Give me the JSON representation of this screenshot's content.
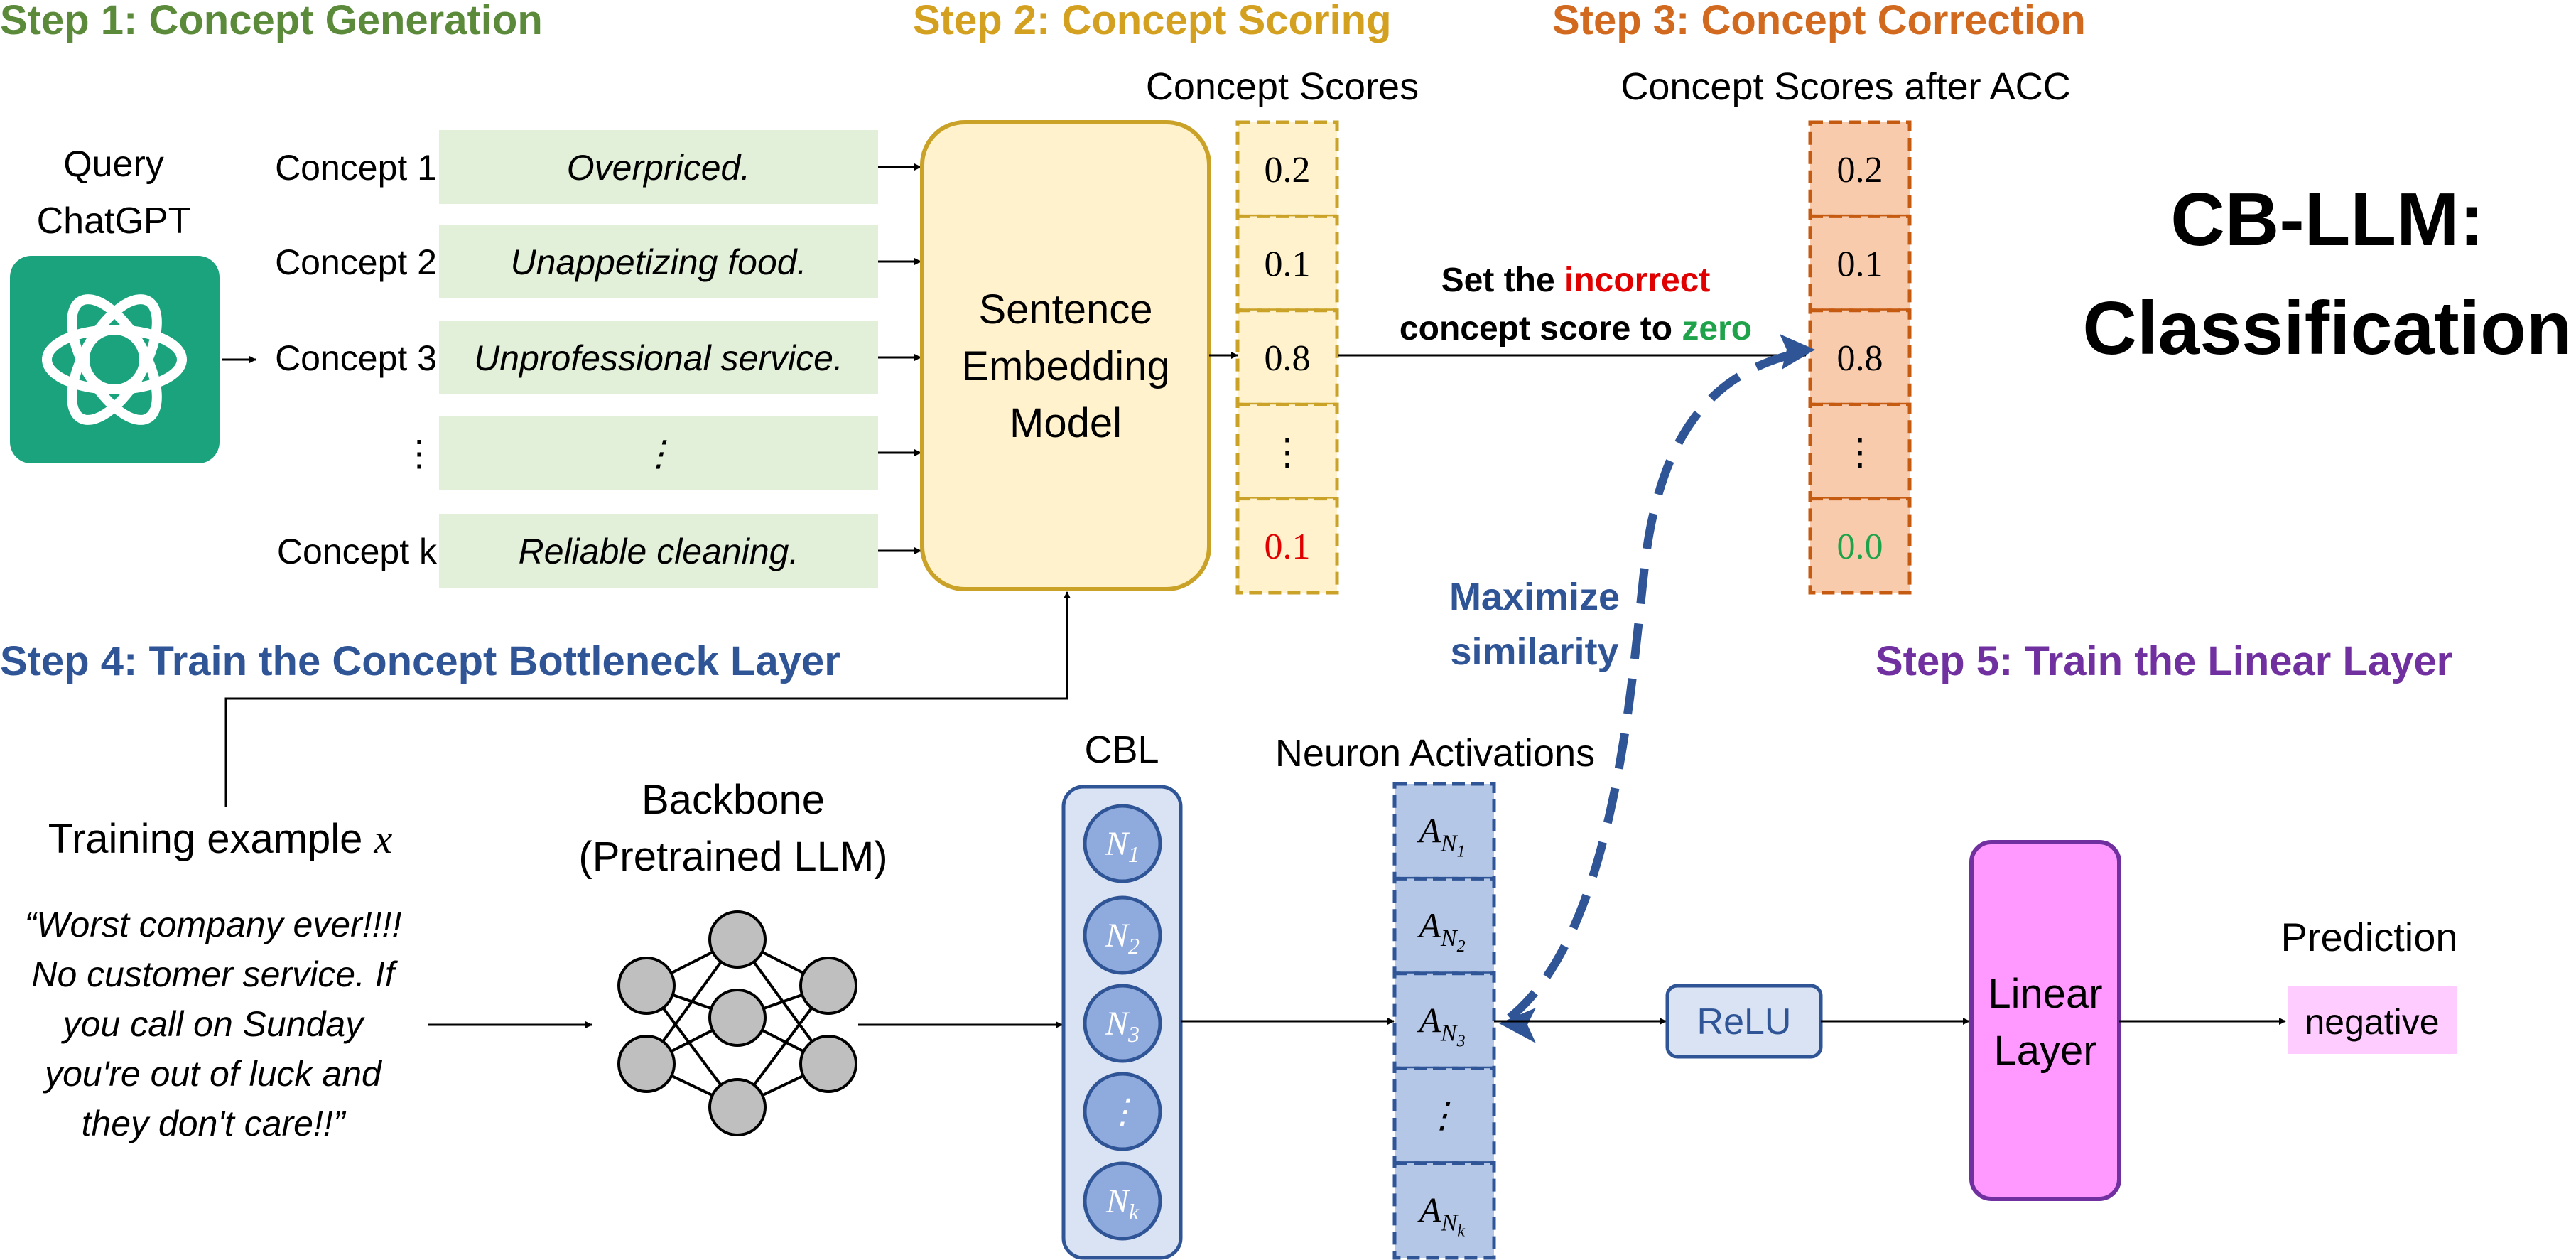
{
  "steps": {
    "step1": "Step 1: Concept Generation",
    "step2": "Step 2: Concept Scoring",
    "step3": "Step 3: Concept Correction",
    "step4": "Step 4: Train the Concept Bottleneck Layer",
    "step5": "Step 5: Train the Linear Layer"
  },
  "query": {
    "line1": "Query",
    "line2": "ChatGPT"
  },
  "concepts": [
    {
      "label": "Concept 1",
      "text": "Overpriced."
    },
    {
      "label": "Concept 2",
      "text": "Unappetizing food."
    },
    {
      "label": "Concept 3",
      "text": "Unprofessional service."
    },
    {
      "label": "⋮",
      "text": "⋮"
    },
    {
      "label": "Concept k",
      "text": "Reliable cleaning."
    }
  ],
  "embedding_model": {
    "line1": "Sentence",
    "line2": "Embedding",
    "line3": "Model"
  },
  "concept_scores": {
    "title": "Concept Scores",
    "values": [
      "0.2",
      "0.1",
      "0.8",
      "⋮",
      "0.1"
    ]
  },
  "acc_scores": {
    "title": "Concept Scores after ACC",
    "values": [
      "0.2",
      "0.1",
      "0.8",
      "⋮",
      "0.0"
    ]
  },
  "set_zero_note": {
    "p1": "Set the ",
    "p2": "incorrect",
    "p3": "concept score to ",
    "p4": "zero"
  },
  "main_title": {
    "line1": "CB-LLM:",
    "line2": "Classification"
  },
  "maximize": {
    "line1": "Maximize",
    "line2": "similarity"
  },
  "training": {
    "label": "Training example ",
    "var": "x",
    "quote": [
      "“Worst company ever!!!!",
      "No customer service. If",
      "you call on Sunday",
      "you're out of luck and",
      "they don't care!!”"
    ]
  },
  "backbone": {
    "line1": "Backbone",
    "line2": "(Pretrained LLM)"
  },
  "cbl": {
    "title": "CBL",
    "neurons": [
      {
        "base": "N",
        "sub": "1"
      },
      {
        "base": "N",
        "sub": "2"
      },
      {
        "base": "N",
        "sub": "3"
      },
      {
        "base": "⋮",
        "sub": ""
      },
      {
        "base": "N",
        "sub": "k"
      }
    ]
  },
  "activations": {
    "title": "Neuron Activations",
    "items": [
      {
        "base": "A",
        "sub1": "N",
        "sub2": "1"
      },
      {
        "base": "A",
        "sub1": "N",
        "sub2": "2"
      },
      {
        "base": "A",
        "sub1": "N",
        "sub2": "3"
      },
      {
        "base": "⋮",
        "sub1": "",
        "sub2": ""
      },
      {
        "base": "A",
        "sub1": "N",
        "sub2": "k"
      }
    ]
  },
  "relu": "ReLU",
  "linear": {
    "line1": "Linear",
    "line2": "Layer"
  },
  "prediction": {
    "title": "Prediction",
    "value": "negative"
  },
  "colors": {
    "step1": "#5B8A3A",
    "step2": "#D4A020",
    "step3": "#D1691E",
    "step45_blue": "#2F5597",
    "step5": "#7030A0",
    "chatgpt_green": "#1AA37D",
    "concept_box": "#E2EFD9",
    "yellow_fill": "#FFF2CC",
    "yellow_border": "#C9A227",
    "orange_fill": "#F8CBAD",
    "orange_border": "#C55A11",
    "blue_fill": "#B4C7E7",
    "cbl_fill": "#DAE3F3",
    "node_fill": "#8FAADC",
    "linear_fill": "#FF99FF",
    "linear_border": "#7030A0",
    "pred_fill": "#FFCCFF",
    "red": "#E00000",
    "green_zero": "#1FA34A"
  }
}
